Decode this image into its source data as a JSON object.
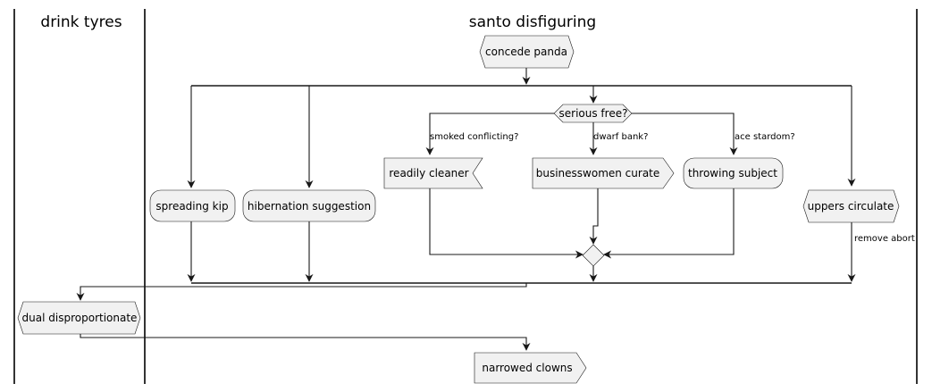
{
  "swimlanes": [
    {
      "id": "lane-drink-tyres",
      "title": "drink tyres"
    },
    {
      "id": "lane-santo-disfiguring",
      "title": "santo disfiguring"
    }
  ],
  "nodes": {
    "concede_panda": "concede panda",
    "serious_free": "serious free?",
    "readily_cleaner": "readily cleaner",
    "businesswomen_curate": "businesswomen curate",
    "throwing_subject": "throwing subject",
    "spreading_kip": "spreading kip",
    "hibernation_suggestion": "hibernation suggestion",
    "uppers_circulate": "uppers circulate",
    "dual_disproportionate": "dual disproportionate",
    "narrowed_clowns": "narrowed clowns"
  },
  "edge_labels": {
    "smoked_conflicting": "smoked conflicting?",
    "dwarf_bank": "dwarf bank?",
    "ace_stardom": "ace stardom?",
    "remove_abort": "remove abort"
  }
}
